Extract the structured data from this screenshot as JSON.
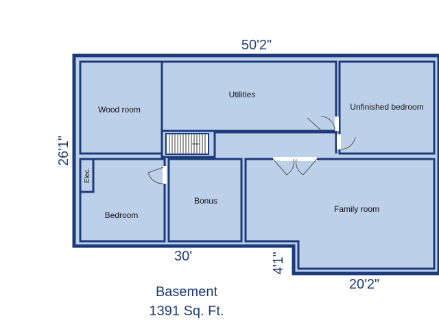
{
  "floor": {
    "name": "Basement",
    "area": "1391 Sq. Ft."
  },
  "dimensions": {
    "top": "50'2\"",
    "left": "26'1\"",
    "bottom_left": "30'",
    "step": "4'1\"",
    "bottom_right": "20'2\""
  },
  "rooms": {
    "wood_room": "Wood room",
    "utilities": "Utilities",
    "unfinished_bedroom": "Unfinished bedroom",
    "elec": "Elec.",
    "bedroom": "Bedroom",
    "bonus": "Bonus",
    "family_room": "Family room"
  },
  "colors": {
    "wall": "#1d3a7a",
    "floor_fill": "#bcd0ea",
    "background": "#ffffff"
  }
}
